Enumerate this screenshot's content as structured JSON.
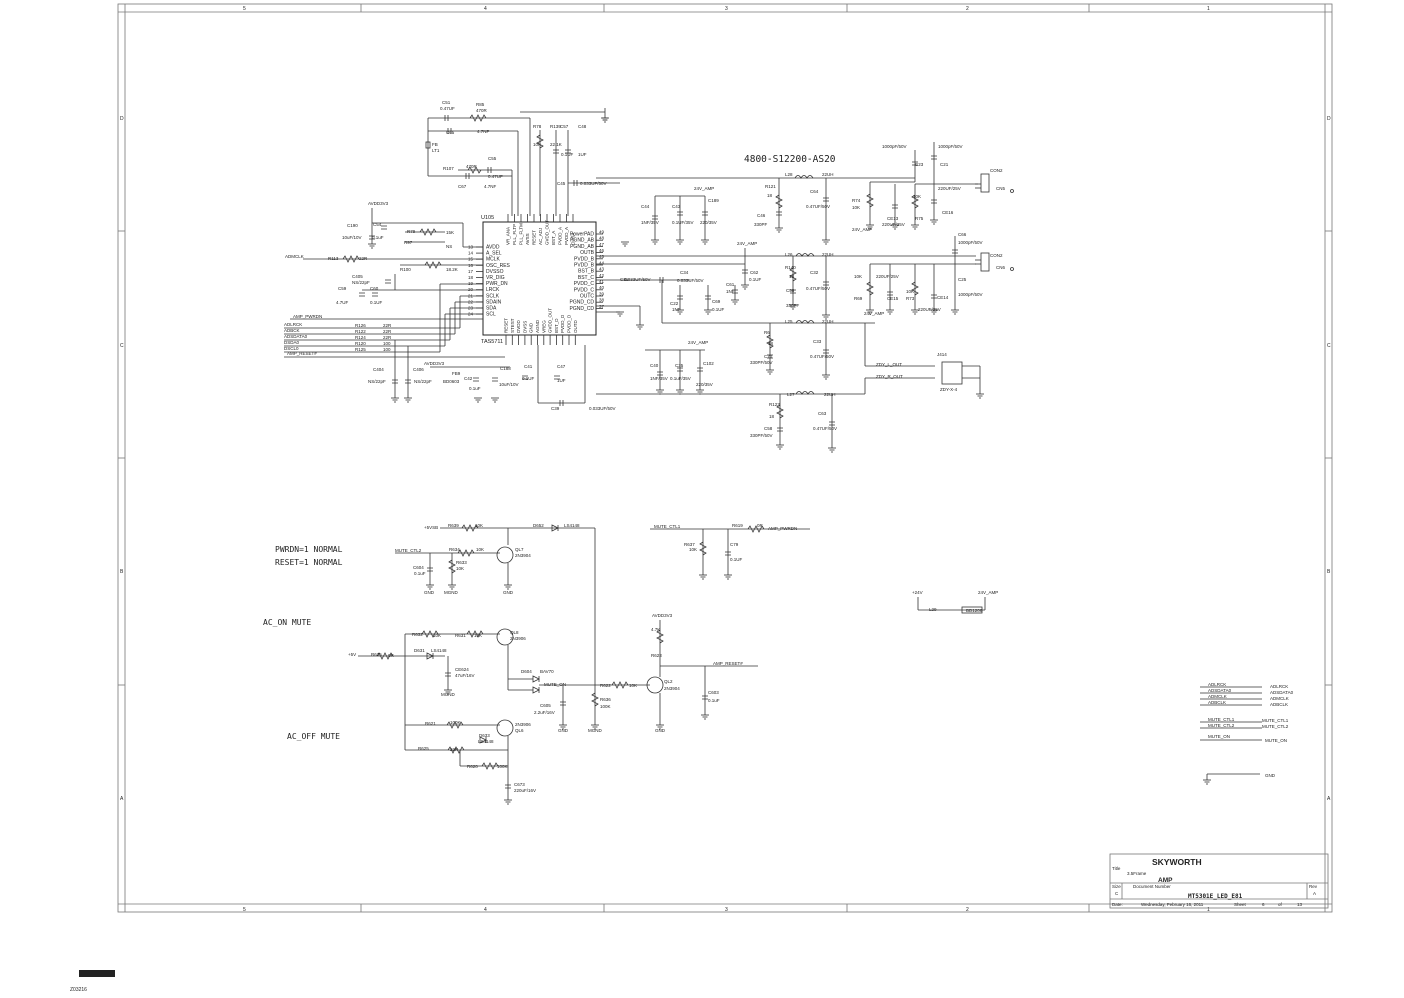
{
  "ruler": {
    "cols": [
      "5",
      "4",
      "3",
      "2",
      "1"
    ],
    "rows": [
      "D",
      "C",
      "B",
      "A"
    ]
  },
  "ic": {
    "ref": "U105",
    "part": "TAS5711",
    "left_pins": [
      {
        "num": "13",
        "name": "AVDD"
      },
      {
        "num": "14",
        "name": "A_SEL"
      },
      {
        "num": "15",
        "name": "MCLK"
      },
      {
        "num": "16",
        "name": "OSC_RES"
      },
      {
        "num": "17",
        "name": "DVSSO"
      },
      {
        "num": "18",
        "name": "VR_DIG"
      },
      {
        "num": "19",
        "name": "PWR_DN"
      },
      {
        "num": "20",
        "name": "LRCK"
      },
      {
        "num": "21",
        "name": "SCLK"
      },
      {
        "num": "22",
        "name": "SDAIN"
      },
      {
        "num": "23",
        "name": "SDA"
      },
      {
        "num": "24",
        "name": "SCL"
      }
    ],
    "right_pins": [
      {
        "num": "49",
        "name": "PowerPAD"
      },
      {
        "num": "48",
        "name": "PGND_AB"
      },
      {
        "num": "47",
        "name": "PGND_AB"
      },
      {
        "num": "46",
        "name": "OUTB"
      },
      {
        "num": "45",
        "name": "PVDD_B"
      },
      {
        "num": "44",
        "name": "PVDD_B"
      },
      {
        "num": "43",
        "name": "BST_B"
      },
      {
        "num": "42",
        "name": "BST_C"
      },
      {
        "num": "41",
        "name": "PVDD_C"
      },
      {
        "num": "40",
        "name": "PVDD_C"
      },
      {
        "num": "39",
        "name": "OUTC"
      },
      {
        "num": "38",
        "name": "PGND_CD"
      },
      {
        "num": "37",
        "name": "PGND_CD"
      }
    ],
    "top_pins": [
      "VR_ANA",
      "PLL_FLTP",
      "PLL_FLTM",
      "AVSS",
      "RESET",
      "AC_ADJ",
      "GVDD_OUT",
      "BST_A",
      "PVDD_A",
      "PVDD_A",
      "OUTA"
    ],
    "bottom_pins": [
      "RESET",
      "STEST",
      "DVDD",
      "DVSS",
      "GND",
      "AGND",
      "VREG",
      "GVDD_OUT",
      "BST_D",
      "PVDD_D",
      "PVDD_D",
      "OUTD"
    ]
  },
  "top_note": "4800-S12200-AS20",
  "labels": {
    "pwrdn": "PWRDN=1 NORMAL",
    "reset": "RESET=1 NORMAL",
    "ac_on": "AC_ON MUTE",
    "ac_off": "AC_OFF MUTE"
  },
  "nets": {
    "admclk": "ADMCLK",
    "amp_pwrdn": "AMP_PWRDN",
    "adlrck": "ADLRCK",
    "adbck": "ADBCK",
    "adsdata0": "ADSDATA0",
    "dsda0": "DSDA0",
    "dscl0": "DSCL0",
    "amp_reset": "AMP_RESET#",
    "avdd3v3_a": "AVDD3V3",
    "avdd3v3_b": "AVDD3V3",
    "avdd3v3_c": "AVDD3V3",
    "amp24_a": "24V_AMP",
    "amp24_b": "24V_AMP",
    "amp24_c": "24V_AMP",
    "amp24_d": "24V_AMP",
    "amp24_e": "24V_AMP",
    "v24": "+24V",
    "v5sb": "+5VSB",
    "v5": "+5V",
    "zdy_l": "ZDY_L_OUT",
    "zdy_r": "ZDY_R_OUT",
    "mute_ctl1": "MUTE_CTL1",
    "mute_ctl2": "MUTE_CTL2",
    "mute_on": "MUTE_ON",
    "amp_reset_out": "AMP_RESET#",
    "gnd": "GND",
    "mgnd": "MGND"
  },
  "parts": {
    "c51": "C51",
    "c51v": "0.47UF",
    "r85": "R85",
    "r85v": "470R",
    "c65": "C65",
    "c65v": "4.7NF",
    "fb": "FB",
    "lt1": "LT1",
    "c55": "C55",
    "c55v": "0.47UF",
    "r107": "R107",
    "r107v": "470R",
    "c67": "C67",
    "c67v": "4.7NF",
    "r78": "R78",
    "r78v": "10K",
    "r139": "R139",
    "r139v": "22.1K",
    "c57": "C57",
    "c57v": "0.1UF",
    "c48": "C48",
    "c48v": "1UF",
    "c45": "C45",
    "c45v": "0.033UF/50V",
    "c190": "C190",
    "c190v": "10uF/10V",
    "c54": "C54",
    "c54v": "0.1uF",
    "r79": "R79",
    "r79v": "15K",
    "r97": "R97",
    "ns": "NS",
    "r113": "R113",
    "r113v": "22R",
    "r100": "R100",
    "r100v": "18.2K",
    "c405": "C405",
    "c405v": "NS/22pF",
    "c59": "C59",
    "c59v": "4.7UF",
    "c60": "C60",
    "c60v": "0.1UF",
    "r126": "R126",
    "r126v": "22R",
    "r122": "R122",
    "r122v": "22R",
    "r124": "R124",
    "r124v": "22R",
    "r120": "R120",
    "r120v": "100",
    "r125": "R125",
    "r125v": "100",
    "c404": "C404",
    "c404v": "NS/22pF",
    "c406": "C406",
    "c406v": "NS/22pF",
    "fb9": "FB9",
    "fb9v": "BD0603",
    "c42": "C42",
    "c42v": "0.1uF",
    "c188": "C188",
    "c188v": "10uF/10V",
    "c41": "C41",
    "c41v": "0.1UF",
    "c47": "C47",
    "c47v": "1UF",
    "c39": "C39",
    "c39v": "0.033UF/50V",
    "c44": "C44",
    "c44v": "1NF/35V",
    "c43": "C43",
    "c43v": "0.1UF/35V",
    "c189": "C189",
    "c189v": "220/35V",
    "r121": "R121",
    "r121v": "18",
    "c46": "C46",
    "c46v": "330PF",
    "l28": "L28",
    "l28v": "22UH",
    "c64": "C64",
    "c64v": "0.47UF/50V",
    "c23": "C23",
    "c23v": "1000pF/50V",
    "c21": "C21",
    "c21v": "1000pF/50V",
    "r74": "R74",
    "r74v": "10K",
    "ce13": "CE13",
    "ce13v": "220UF/25V",
    "r75": "R75",
    "r75v": "10K",
    "ce16": "CE16",
    "ce16v": "220UF/25V",
    "con2a": "CON2",
    "con2b": "CON2",
    "cn2a": "CN5",
    "cn2b": "CN6",
    "c34": "C34",
    "c34v": "0.033UF/50V",
    "c31": "C31",
    "c31v": "0.033UF/50V",
    "c22": "C22",
    "c22v": "1NF",
    "c69": "C69",
    "c69v": "0.1UF",
    "c61": "C61",
    "c61v": "1NF",
    "c62": "C62",
    "c62v": "0.1UF",
    "l26": "L26",
    "l26v": "22UH",
    "r140": "R140",
    "r140v": "18",
    "c32": "C32",
    "c32v": "0.47UF/50V",
    "c50": "C50",
    "c50v": "330PF",
    "c66": "C66",
    "c66v": "1000pF/50V",
    "r69": "R69",
    "r69v": "10K",
    "ce15": "CE15",
    "ce15v": "220UF/25V",
    "r73": "R73",
    "r73v": "10K",
    "ce14": "CE14",
    "ce14v": "220UF/25V",
    "c25": "C25",
    "c25v": "1000pF/50V",
    "l25": "L25",
    "l25v": "22UH",
    "r6": "R6",
    "r6v": "18",
    "c70": "C70",
    "c70v": "330PF/50V",
    "c33": "C33",
    "c33v": "0.47UF/50V",
    "c40": "C40",
    "c40v": "1NF/35V",
    "c35": "C35",
    "c35v": "0.1uF/35V",
    "c102": "C102",
    "c102v": "220/35V",
    "l27": "L27",
    "l27v": "22UH",
    "r123": "R123",
    "r123v": "18",
    "c58": "C58",
    "c58v": "330PF/50V",
    "c63": "C63",
    "c63v": "0.47UF/50V",
    "j414": "J414",
    "j414v": "ZDY-X-4",
    "r639": "R639",
    "r639v": "10K",
    "d652": "D652",
    "d652v": "LS4148",
    "r634": "R634",
    "r634v": "10K",
    "r633": "R633",
    "r633v": "10K",
    "c604": "C604",
    "c604v": "0.1uF",
    "ql7": "QL7",
    "ql7v": "2N3904",
    "r637": "R637",
    "r637v": "10K",
    "r619": "R619",
    "r619v": "0R",
    "c79": "C79",
    "c79v": "0.1UF",
    "l29": "L29",
    "l29v": "BD1206",
    "r632": "R632",
    "r632v": "10K",
    "r631": "R631",
    "r631v": "10K",
    "ql8": "QL8",
    "ql8v": "2N3906",
    "r635": "R635",
    "r635v": "0R",
    "d631": "D631",
    "d631v": "LS4148",
    "ce624": "CE624",
    "ce624v": "47uF/16V",
    "d604": "D604",
    "d604v": "BAV70",
    "c605": "C605",
    "c605v": "2.2uF/16V",
    "r636": "R636",
    "r636v": "100K",
    "r622": "R622",
    "r622v": "10K",
    "r623": "R623",
    "r623v": "4.7K",
    "ql2": "QL2",
    "ql2v": "2N3904",
    "c603": "C603",
    "c603v": "0.1uF",
    "r621": "R621",
    "r621v": "100K",
    "ql6": "QL6",
    "ql6v": "2N3906",
    "d633": "D633",
    "d633v": "LS4148",
    "r625": "R625",
    "r625v": "22R",
    "r620": "R620",
    "r620v": "100K",
    "c673": "C673",
    "c673v": "220uF/16V"
  },
  "offpage": {
    "left": [
      "ADLRCK",
      "ADSDATA0",
      "ADMCLK",
      "ADBCLK"
    ],
    "right": [
      "ADLRCK",
      "ADSDATA0",
      "ADMCLK",
      "ADBCLK"
    ],
    "mute_left": [
      "MUTE_CTL1",
      "MUTE_CTL2"
    ],
    "mute_right": [
      "MUTE_CTL1",
      "MUTE_CTL2"
    ],
    "muteon_left": "MUTE_ON",
    "muteon_right": "MUTE_ON",
    "gnd_right": "GND"
  },
  "title_block": {
    "brand": "SKYWORTH",
    "title_label": "Title",
    "title_small": "3.5Frame",
    "title": "AMP",
    "size_label": "Size",
    "size": "C",
    "docnum_label": "Document Number",
    "docnum": "MT5301E_LED_E81",
    "rev_label": "Rev",
    "rev": "A",
    "date_label": "Date:",
    "date": "Wednesday, February 16, 2011",
    "sheet_label": "Sheet",
    "sheet": "6",
    "of_label": "of",
    "of": "13"
  },
  "footer": {
    "stamp": "Z03216"
  }
}
